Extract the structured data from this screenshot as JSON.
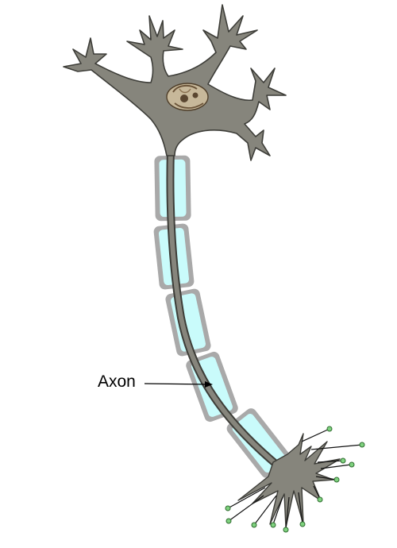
{
  "diagram": {
    "labels": {
      "axon": "Axon"
    },
    "colors": {
      "cell_body": "#86857c",
      "cell_outline": "#3d3d38",
      "myelin_fill": "#c9fbfb",
      "myelin_border": "#a9a9a9",
      "nucleus": "#c7b89a",
      "terminal_bulb": "#7fd27f",
      "pointer_line": "#000000"
    },
    "structures": [
      "soma",
      "nucleus",
      "dendrites",
      "axon",
      "myelin-sheath",
      "axon-terminals"
    ]
  }
}
